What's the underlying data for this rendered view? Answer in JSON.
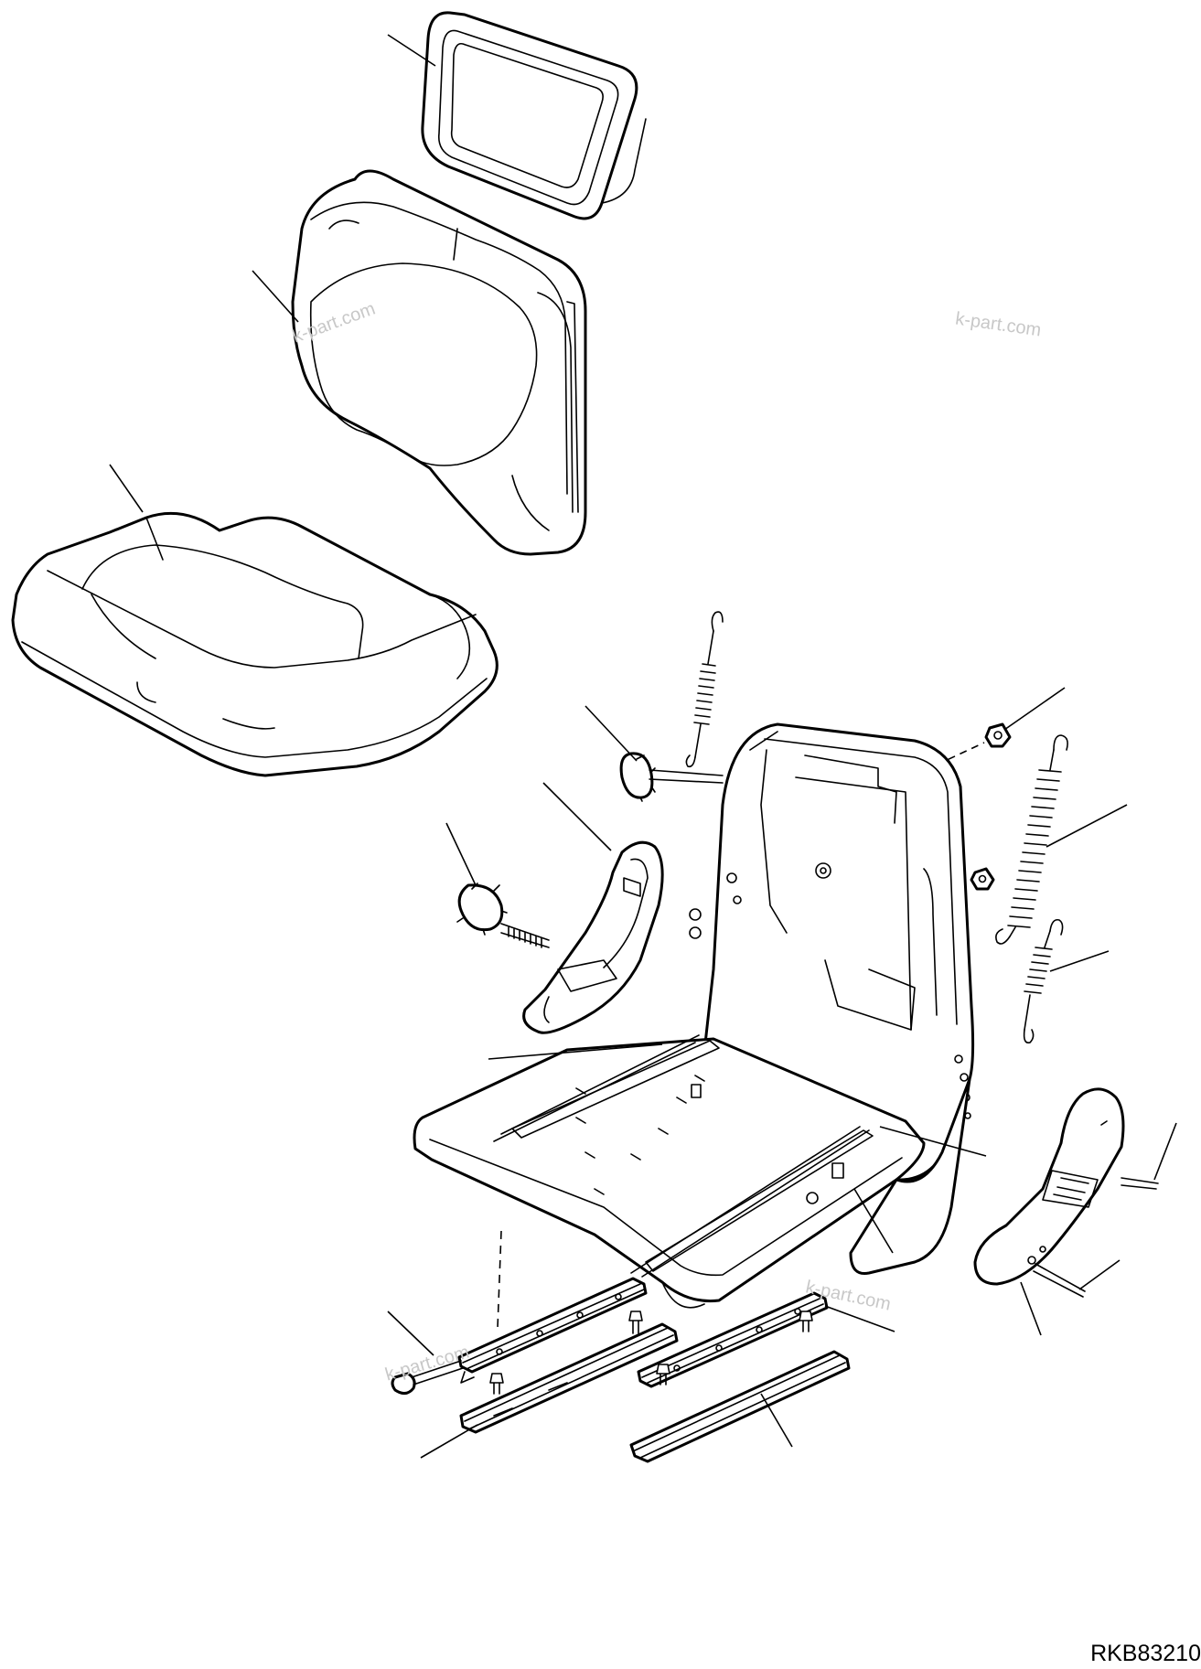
{
  "watermarks": [
    "k-part.com",
    "k-part.com",
    "k-part.com",
    "k-part.com"
  ],
  "drawing_number": "RKB83210"
}
